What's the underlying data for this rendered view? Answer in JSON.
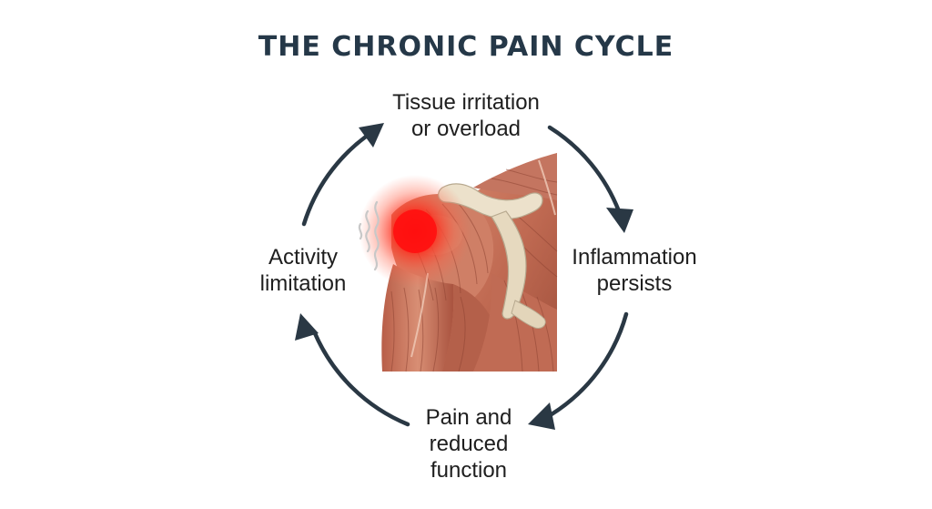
{
  "title": "THE CHRONIC PAIN CYCLE",
  "stages": [
    {
      "lines": [
        "Tissue irritation",
        "or overload"
      ]
    },
    {
      "lines": [
        "Inflammation",
        "persists"
      ]
    },
    {
      "lines": [
        "Pain and",
        "reduced",
        "function"
      ]
    },
    {
      "lines": [
        "Activity",
        "limitation"
      ]
    }
  ],
  "colors": {
    "arrow": "#2a3844",
    "title": "#253848",
    "muscle": "#c97a62",
    "muscle_dark": "#8f4433",
    "bone": "#e8dcc6",
    "pain_glow": "#ff1a1a"
  },
  "illustration": "shoulder-muscle-anatomy"
}
